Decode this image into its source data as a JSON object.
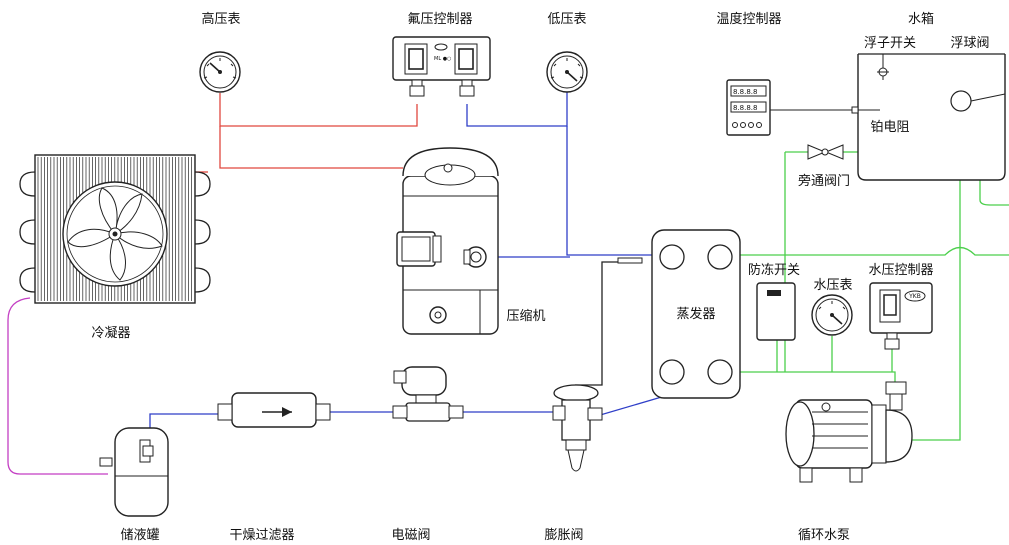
{
  "labels": {
    "high_pressure_gauge": "高压表",
    "freon_pressure_controller": "氟压控制器",
    "low_pressure_gauge": "低压表",
    "temperature_controller": "温度控制器",
    "water_tank": "水箱",
    "float_switch": "浮子开关",
    "float_valve": "浮球阀",
    "platinum_resistor": "铂电阻",
    "bypass_valve": "旁通阀门",
    "condenser": "冷凝器",
    "compressor": "压缩机",
    "evaporator": "蒸发器",
    "antifreeze_switch": "防冻开关",
    "water_pressure_gauge": "水压表",
    "water_pressure_controller": "水压控制器",
    "liquid_receiver": "储液罐",
    "filter_drier": "干燥过滤器",
    "solenoid_valve": "电磁阀",
    "expansion_valve": "膨胀阀",
    "circulating_pump": "循环水泵"
  },
  "controller_badge": "YKB",
  "pipe_colors": {
    "high_pressure": "#e0473f",
    "low_pressure": "#2f3fc8",
    "water": "#4ccf4c",
    "liquid": "#c43fc4"
  }
}
